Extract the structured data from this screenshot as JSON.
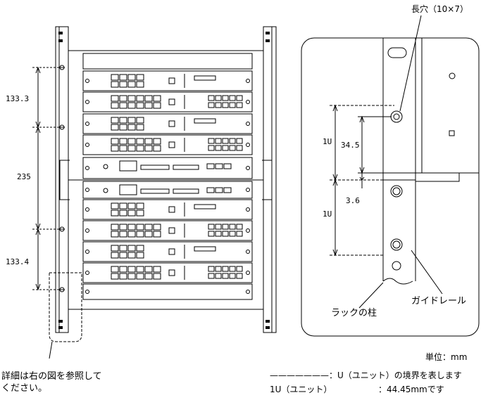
{
  "left": {
    "dim_top": "133.3",
    "dim_mid": "235",
    "dim_bottom": "133.4",
    "note_line1": "詳細は右の図を参照して",
    "note_line2": "ください。"
  },
  "detail": {
    "slot_label": "長穴（10×7）",
    "u_upper": "1U",
    "u_lower": "1U",
    "dim_upper": "34.5",
    "dim_lower": "3.6",
    "label_guide": "ガイドレール",
    "label_post": "ラックの柱"
  },
  "legend": {
    "unit": "単位：mm",
    "boundary": "———————：U（ユニット）の境界を表します",
    "u_def_left": "1U（ユニット）",
    "u_def_right": "：44.45mmです"
  }
}
